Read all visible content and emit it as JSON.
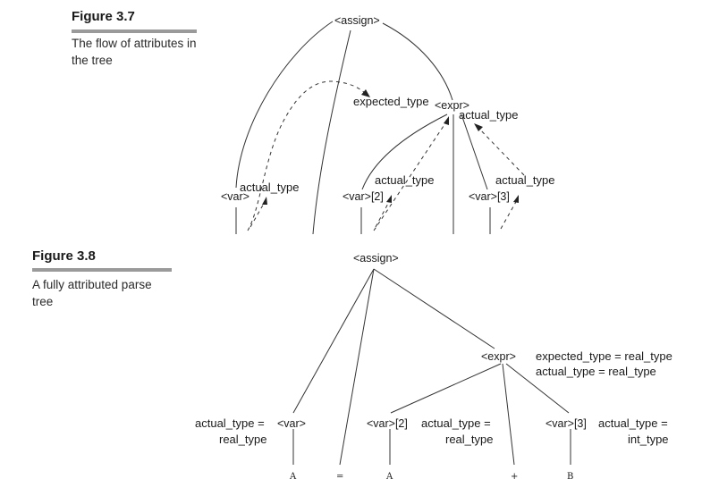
{
  "figure_3_7": {
    "title": "Figure 3.7",
    "caption": "The flow of attributes in the tree",
    "nodes": {
      "assign": "<assign>",
      "expr": "<expr>",
      "var": "<var>",
      "var2": "<var>[2]",
      "var3": "<var>[3]"
    },
    "attributes": {
      "expected_type": "expected_type",
      "expr_actual_type": "actual_type",
      "var_actual_type": "actual_type",
      "var2_actual_type": "actual_type",
      "var3_actual_type": "actual_type"
    }
  },
  "figure_3_8": {
    "title": "Figure 3.8",
    "caption": "A fully attributed parse tree",
    "nodes": {
      "assign": "<assign>",
      "expr": "<expr>",
      "var": "<var>",
      "var2": "<var>[2]",
      "var3": "<var>[3]"
    },
    "attributes": {
      "expr_expected_type": "expected_type = real_type",
      "expr_actual_type": "actual_type = real_type",
      "var_actual_type_line1": "actual_type =",
      "var_actual_type_line2": "real_type",
      "var2_actual_type_line1": "actual_type =",
      "var2_actual_type_line2": "real_type",
      "var3_actual_type_line1": "actual_type =",
      "var3_actual_type_line2": "int_type"
    },
    "leaves": [
      "A",
      "=",
      "A",
      "+",
      "B"
    ]
  }
}
